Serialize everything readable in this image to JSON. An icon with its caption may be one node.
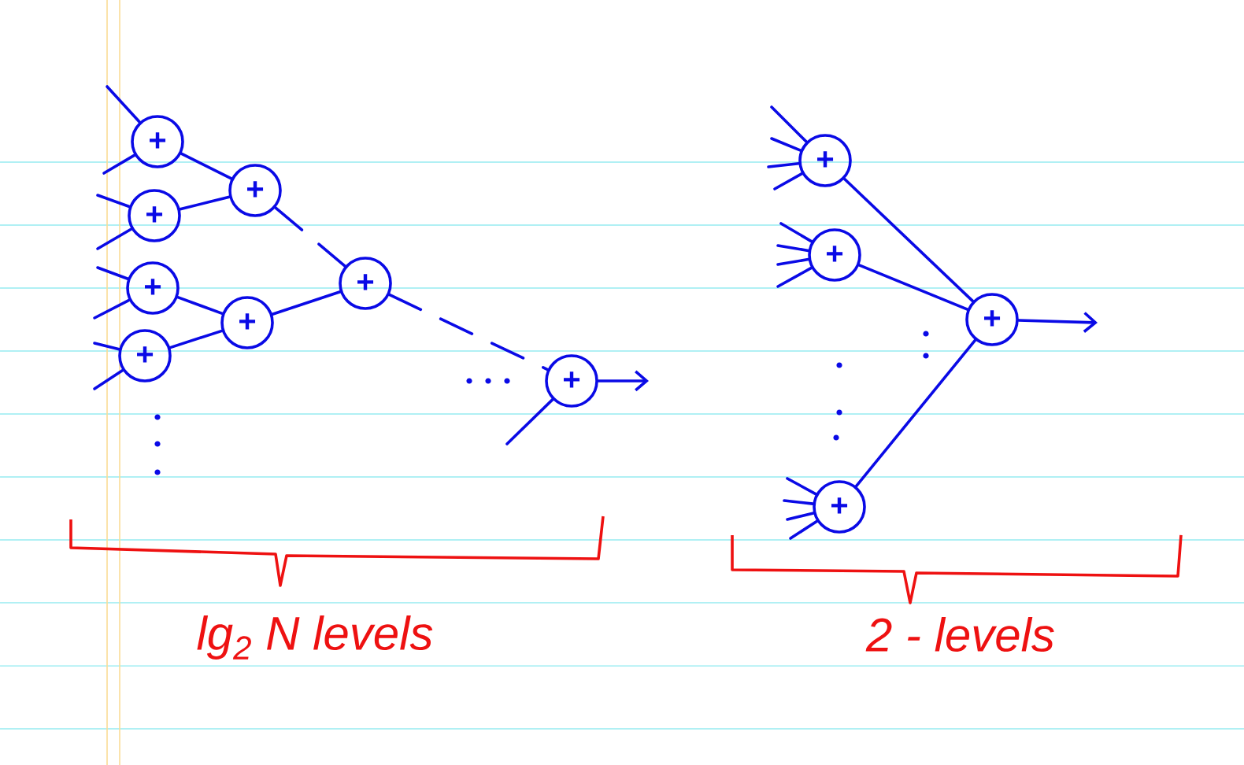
{
  "diagram": {
    "nodes": [
      {
        "text": [
          "+"
        ]
      },
      {
        "text": [
          "+"
        ]
      },
      {
        "text": [
          "+"
        ]
      },
      {
        "text": [
          "+"
        ]
      },
      {
        "text": [
          "+"
        ]
      },
      {
        "text": [
          "+"
        ]
      },
      {
        "text": [
          "+"
        ]
      },
      {
        "text": [
          "+"
        ]
      },
      {
        "text": [
          "+"
        ]
      },
      {
        "text": [
          "+"
        ]
      },
      {
        "text": [
          "+"
        ]
      },
      {
        "text": [
          "+"
        ]
      }
    ],
    "edges": [
      {
        "from": null,
        "to": 0,
        "arrow": "none"
      },
      {
        "from": null,
        "to": 0,
        "arrow": "none"
      },
      {
        "from": null,
        "to": 1,
        "arrow": "none"
      },
      {
        "from": null,
        "to": 1,
        "arrow": "none"
      },
      {
        "from": null,
        "to": 2,
        "arrow": "none"
      },
      {
        "from": null,
        "to": 2,
        "arrow": "none"
      },
      {
        "from": null,
        "to": 3,
        "arrow": "none"
      },
      {
        "from": null,
        "to": 3,
        "arrow": "none"
      },
      {
        "from": 0,
        "to": 4,
        "arrow": "none"
      },
      {
        "from": 1,
        "to": 4,
        "arrow": "none"
      },
      {
        "from": 2,
        "to": 5,
        "arrow": "none"
      },
      {
        "from": 3,
        "to": 5,
        "arrow": "none"
      },
      {
        "from": 4,
        "to": 6,
        "arrow": "none",
        "style": "dashed"
      },
      {
        "from": 5,
        "to": 6,
        "arrow": "none"
      },
      {
        "from": 6,
        "to": 7,
        "arrow": "none",
        "style": "dashed"
      },
      {
        "from": null,
        "to": 7,
        "arrow": "none"
      },
      {
        "from": 7,
        "to": null,
        "arrow": "to"
      },
      {
        "from": null,
        "to": 8,
        "arrow": "none"
      },
      {
        "from": null,
        "to": 8,
        "arrow": "none"
      },
      {
        "from": null,
        "to": 8,
        "arrow": "none"
      },
      {
        "from": null,
        "to": 8,
        "arrow": "none"
      },
      {
        "from": null,
        "to": 9,
        "arrow": "none"
      },
      {
        "from": null,
        "to": 9,
        "arrow": "none"
      },
      {
        "from": null,
        "to": 9,
        "arrow": "none"
      },
      {
        "from": null,
        "to": 9,
        "arrow": "none"
      },
      {
        "from": null,
        "to": 10,
        "arrow": "none"
      },
      {
        "from": null,
        "to": 10,
        "arrow": "none"
      },
      {
        "from": null,
        "to": 10,
        "arrow": "none"
      },
      {
        "from": null,
        "to": 10,
        "arrow": "none"
      },
      {
        "from": 8,
        "to": 11,
        "arrow": "none"
      },
      {
        "from": 9,
        "to": 11,
        "arrow": "none"
      },
      {
        "from": 10,
        "to": 11,
        "arrow": "none"
      },
      {
        "from": 11,
        "to": null,
        "arrow": "to"
      }
    ],
    "labels": [
      "lg$_{2}$ N levels",
      "2 - levels"
    ]
  }
}
